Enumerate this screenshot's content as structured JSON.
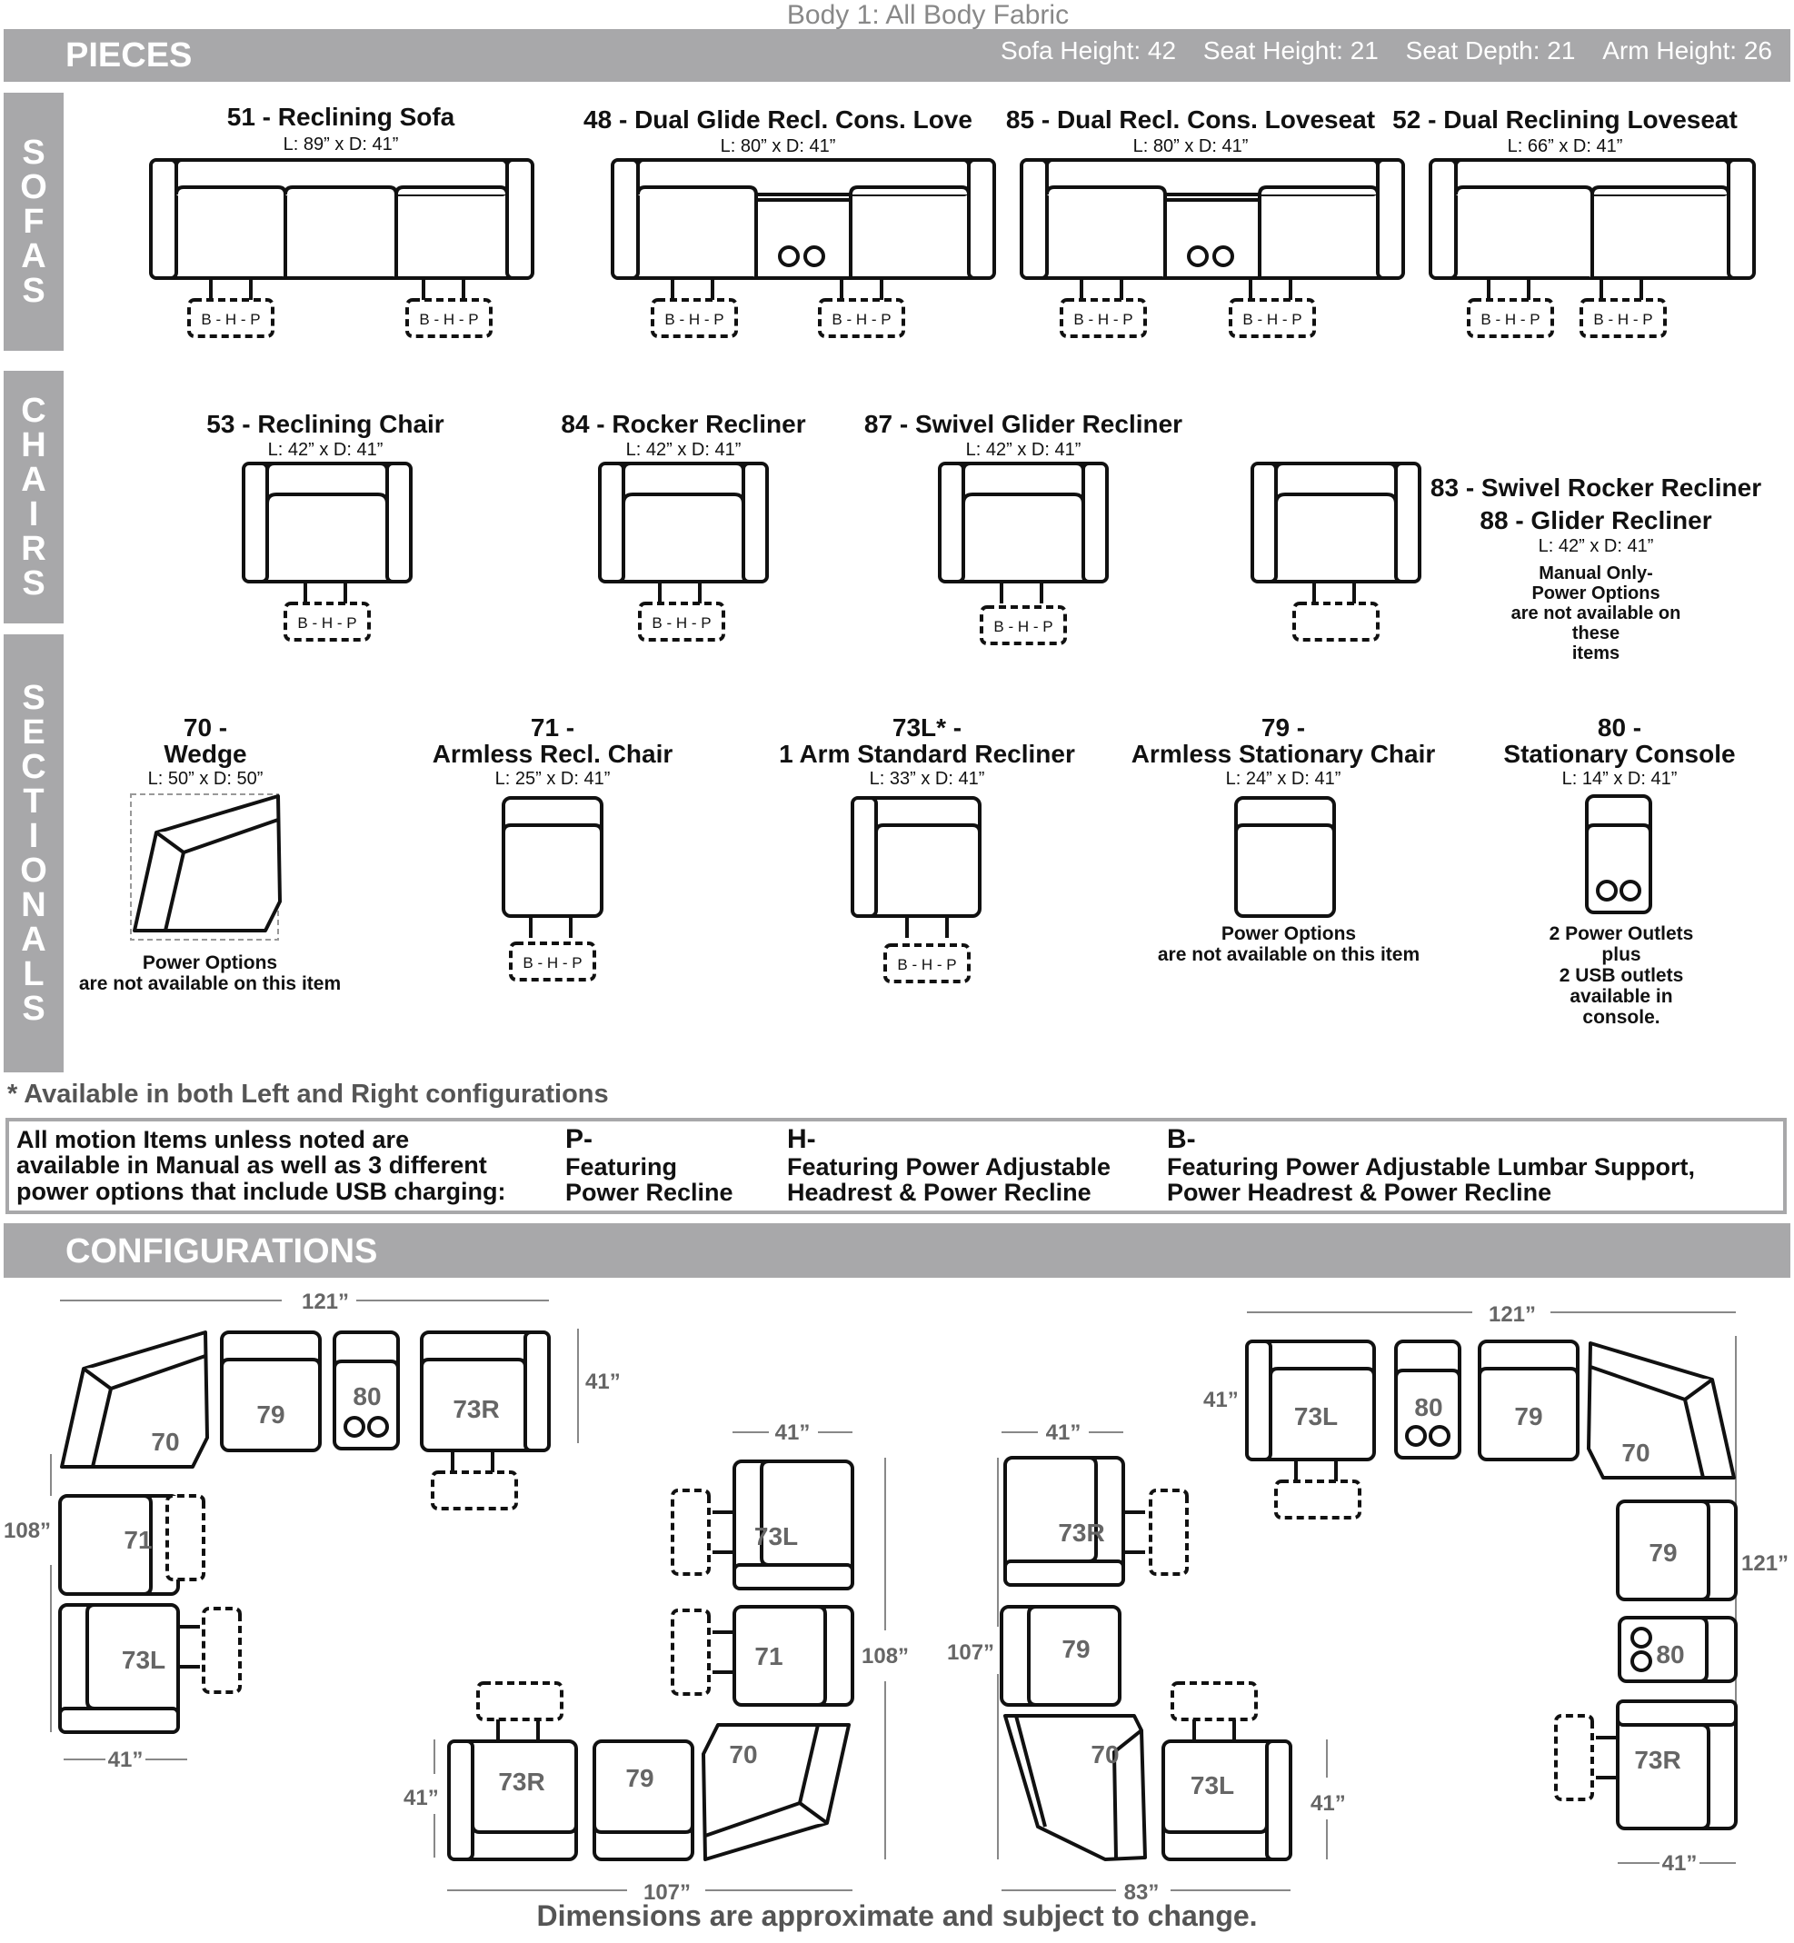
{
  "header": {
    "caption": "Body 1: All Body Fabric",
    "pieces_title": "PIECES",
    "specs": [
      "Sofa Height: 42",
      "Seat Height: 21",
      "Seat Depth: 21",
      "Arm Height: 26"
    ]
  },
  "tabs": {
    "sofas": "SOFAS",
    "chairs": "CHAIRS",
    "sectionals": "SECTIONALS"
  },
  "power_tag": "B-H-P",
  "sofas": [
    {
      "title": "51 - Reclining Sofa",
      "dims": "L: 89” x D: 41”"
    },
    {
      "title": "48 - Dual Glide Recl. Cons. Love",
      "dims": "L: 80” x D: 41”"
    },
    {
      "title": "85 - Dual Recl. Cons. Loveseat",
      "dims": "L: 80” x D: 41”"
    },
    {
      "title": "52 - Dual Reclining Loveseat",
      "dims": "L: 66” x D: 41”"
    }
  ],
  "chairs": [
    {
      "title": "53 - Reclining Chair",
      "dims": "L: 42” x D: 41”"
    },
    {
      "title": "84 - Rocker Recliner",
      "dims": "L: 42” x D: 41”"
    },
    {
      "title": "87 - Swivel Glider Recliner",
      "dims": "L: 42” x D: 41”"
    },
    {
      "title_1": "83 - Swivel Rocker Recliner",
      "title_2": "88 - Glider Recliner",
      "dims": "L: 42” x D: 41”",
      "note_1": "Manual Only-",
      "note_2": "Power Options",
      "note_3": "are not available on these",
      "note_4": "items"
    }
  ],
  "sectionals": [
    {
      "title_1": "70 -",
      "title_2": "Wedge",
      "dims": "L: 50” x D: 50”",
      "note_1": "Power Options",
      "note_2": "are not available on this item"
    },
    {
      "title_1": "71 -",
      "title_2": "Armless Recl. Chair",
      "dims": "L: 25” x D: 41”"
    },
    {
      "title_1": "73L* -",
      "title_2": "1 Arm Standard Recliner",
      "dims": "L: 33” x D: 41”"
    },
    {
      "title_1": "79 -",
      "title_2": "Armless Stationary Chair",
      "dims": "L: 24” x D: 41”",
      "note_1": "Power Options",
      "note_2": "are not available on this item"
    },
    {
      "title_1": "80 -",
      "title_2": "Stationary Console",
      "dims": "L: 14” x D: 41”",
      "note_1": "2 Power Outlets plus",
      "note_2": "2 USB outlets available in",
      "note_3": "console."
    }
  ],
  "footnote": "* Available in both Left and Right configurations",
  "legend": {
    "intro_1": "All motion Items unless noted are",
    "intro_2": "available in Manual as well as 3 different",
    "intro_3": "power options that include USB charging:",
    "p_key": "P-",
    "p_1": "Featuring",
    "p_2": "Power Recline",
    "h_key": "H-",
    "h_1": "Featuring Power Adjustable",
    "h_2": "Headrest & Power Recline",
    "b_key": "B-",
    "b_1": "Featuring Power Adjustable Lumbar Support,",
    "b_2": "Power Headrest &  Power Recline"
  },
  "configurations": {
    "title": "CONFIGURATIONS",
    "labels": {
      "w70": "70",
      "c79": "79",
      "c80": "80",
      "r73": "73R",
      "l73": "73L",
      "a71": "71"
    },
    "dims": {
      "d121": "121”",
      "d41": "41”",
      "d108": "108”",
      "d107": "107”",
      "d83": "83”"
    }
  },
  "footer": "Dimensions are approximate and subject to change."
}
